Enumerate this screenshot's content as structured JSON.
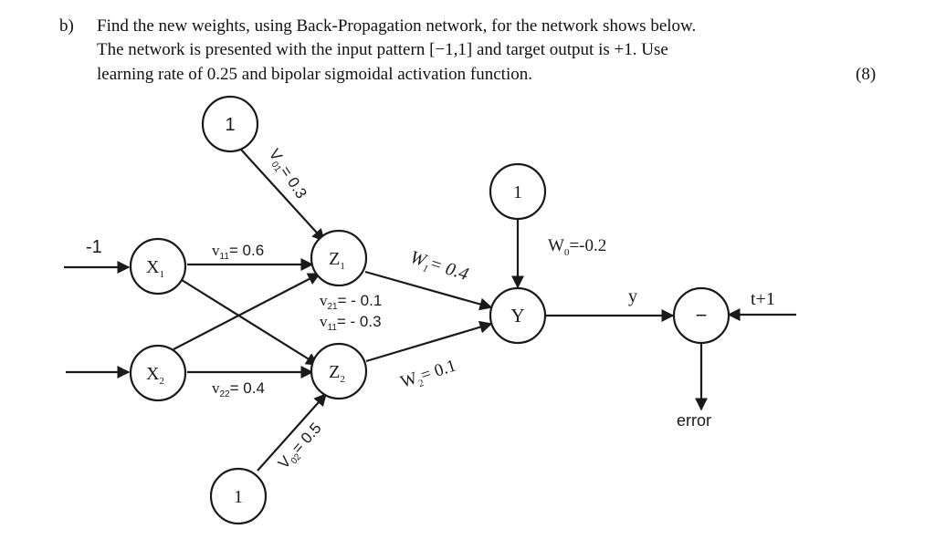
{
  "question": {
    "label": "b)",
    "line1": "Find the new weights, using Back-Propagation network, for the network shows below.",
    "line2": "The network is presented with the input pattern [−1,1] and target output is +1. Use",
    "line3": "learning rate of 0.25 and bipolar sigmoidal activation function.",
    "marks": "(8)"
  },
  "diagram": {
    "nodes": {
      "bias_top": "1",
      "x1_main": "X",
      "x1_sub": "1",
      "x2_main": "X",
      "x2_sub": "2",
      "z1_main": "Z",
      "z1_sub": "1",
      "z2_main": "Z",
      "z2_sub": "2",
      "bias_right": "1",
      "y": "Y",
      "minus": "−",
      "bias_bottom": "1"
    },
    "labels": {
      "input1": "-1",
      "v01_main": "V",
      "v01_sub": "01",
      "v01_rest": "= 0.3",
      "v11_main": "v",
      "v11_sub": "11",
      "v11_rest": "= 0.6",
      "v21_main": "v",
      "v21_sub": "21",
      "v21_rest": "= - 0.1",
      "v11b_main": "v",
      "v11b_sub": "11",
      "v11b_rest": "= - 0.3",
      "v22_main": "v",
      "v22_sub": "22",
      "v22_rest": "= 0.4",
      "v02_main": "V",
      "v02_sub": "02",
      "v02_rest": "= 0.5",
      "w1_main": "W",
      "w1_sub": "1",
      "w1_rest": "= 0.4",
      "w2_main": "W",
      "w2_sub": "2",
      "w2_rest": "= 0.1",
      "w0_main": "W",
      "w0_sub": "0",
      "w0_rest": "=-0.2",
      "y_out": "y",
      "target": "t+1",
      "error": "error"
    }
  }
}
